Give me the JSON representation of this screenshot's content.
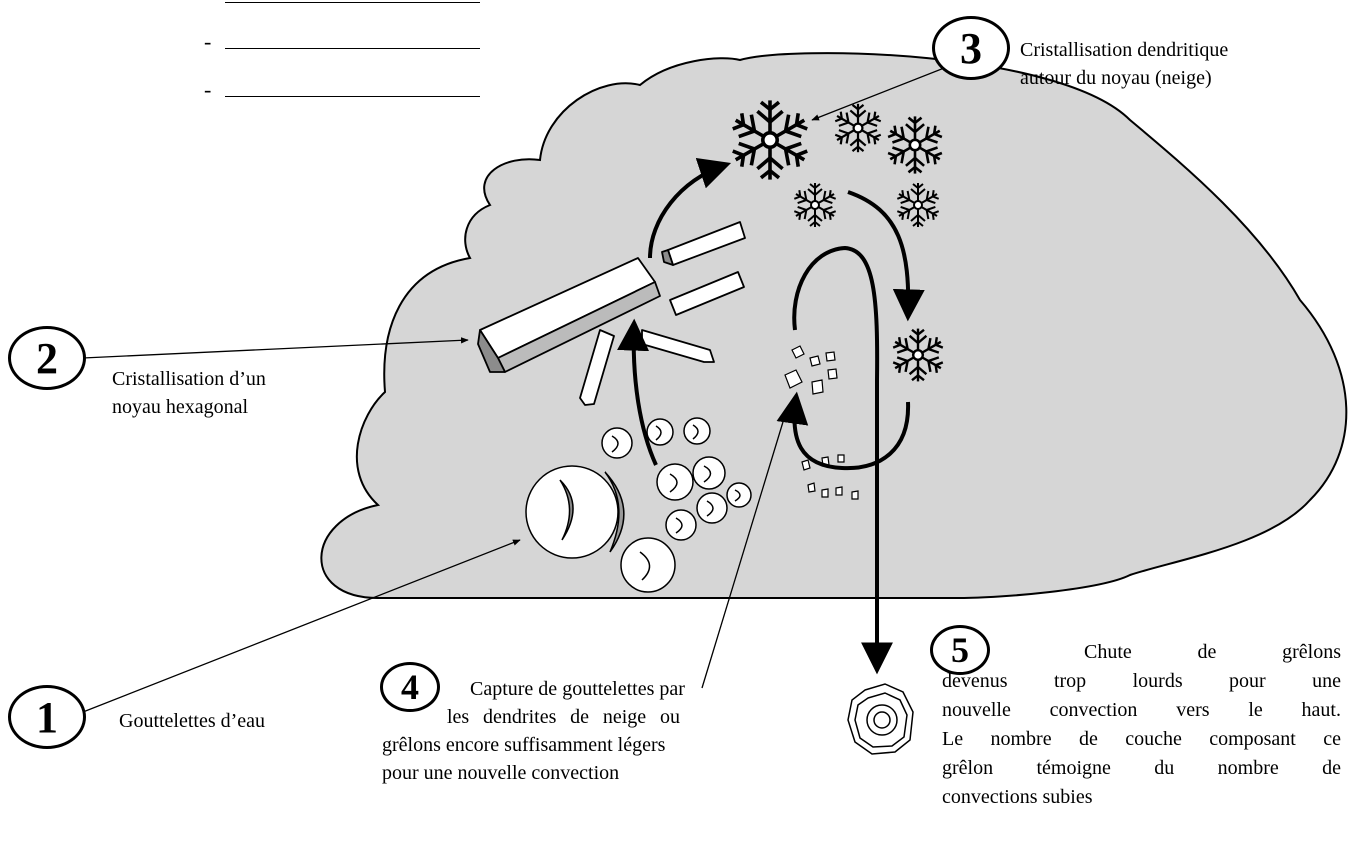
{
  "blanks": {
    "dash": "-"
  },
  "steps": [
    {
      "num": "1",
      "label": "Gouttelettes d’eau"
    },
    {
      "num": "2",
      "lines": [
        "Cristallisation d’un",
        "noyau hexagonal"
      ]
    },
    {
      "num": "3",
      "lines": [
        "Cristallisation dendritique",
        "autour du noyau (neige)"
      ]
    },
    {
      "num": "4",
      "lines": [
        "Capture de gouttelettes par",
        "les dendrites de neige ou",
        "grêlons encore suffisamment légers",
        "pour une nouvelle convection"
      ]
    },
    {
      "num": "5",
      "lines": [
        "Chute de grêlons",
        "devenus trop lourds pour une",
        "nouvelle convection vers le haut.",
        "Le nombre de couche composant ce",
        "grêlon témoigne du nombre de",
        "convections subies"
      ]
    }
  ],
  "colors": {
    "cloud": "#d6d6d6",
    "outline": "#000000",
    "crystal_end": "#8c8c8c",
    "ice": "#ffffff"
  }
}
